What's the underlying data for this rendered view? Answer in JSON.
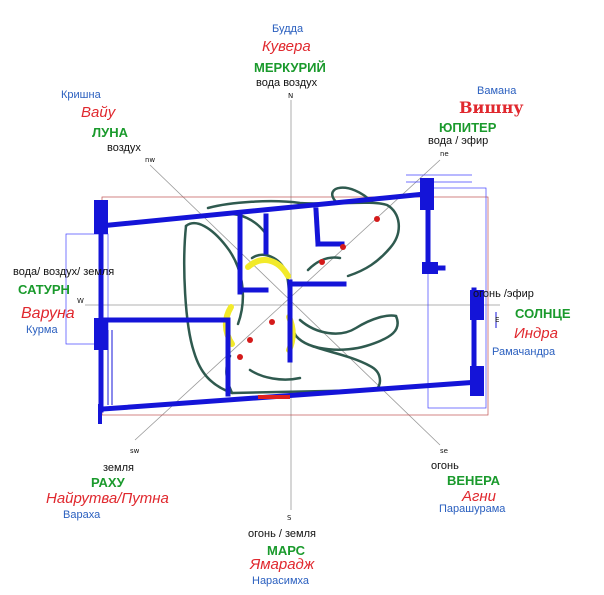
{
  "directions": {
    "n": {
      "avatar": "Будда",
      "deity": "Кувера",
      "planet": "МЕРКУРИЙ",
      "elements": "вода воздух",
      "letter": "N"
    },
    "nw": {
      "avatar": "Кришна",
      "deity": "Вайу",
      "planet": "ЛУНА",
      "elements": "воздух",
      "letter": "nw"
    },
    "ne": {
      "avatar": "Вамана",
      "deity": "Вишну",
      "planet": "ЮПИТЕР",
      "elements": "вода / эфир",
      "letter": "ne"
    },
    "w": {
      "elements": "вода/ воздух/ земля",
      "planet": "САТУРН",
      "deity": "Варуна",
      "avatar": "Курма",
      "letter": "W"
    },
    "e": {
      "elements": "огонь /эфир",
      "planet": "СОЛНЦЕ",
      "deity": "Индра",
      "avatar": "Рамачандра",
      "letter": "E"
    },
    "sw": {
      "letter": "sw",
      "elements": "земля",
      "planet": "РАХУ",
      "deity": "Найрутва/Путна",
      "avatar": "Вараха"
    },
    "se": {
      "letter": "se",
      "elements": "огонь",
      "planet": "ВЕНЕРА",
      "deity": "Агни",
      "avatar": "Парашурама"
    },
    "s": {
      "letter": "S",
      "elements": "огонь / земля",
      "planet": "МАРС",
      "deity": "Ямарадж",
      "avatar": "Нарасимха"
    }
  },
  "colors": {
    "deity": "#e0282e",
    "planet": "#1a9a2c",
    "avatar": "#2a5fbf",
    "walls": "#1414d8",
    "figure": "#2f5a4f",
    "highlight": "#f2ea2a",
    "door": "#e02020"
  }
}
